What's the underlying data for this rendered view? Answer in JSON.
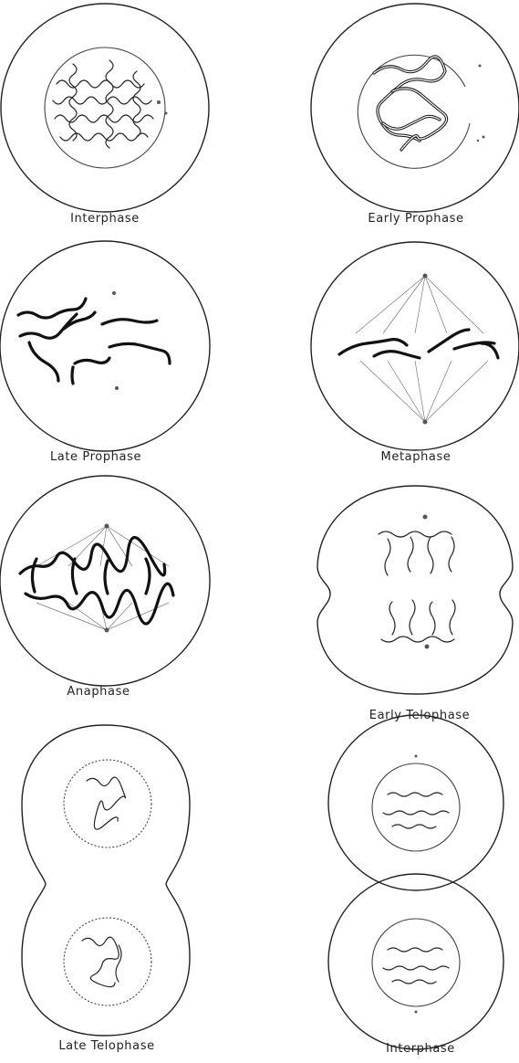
{
  "stages": [
    {
      "id": "interphase-1",
      "label": "Interphase"
    },
    {
      "id": "early-prophase",
      "label": "Early Prophase"
    },
    {
      "id": "late-prophase",
      "label": "Late Prophase"
    },
    {
      "id": "metaphase",
      "label": "Metaphase"
    },
    {
      "id": "anaphase",
      "label": "Anaphase"
    },
    {
      "id": "early-telophase",
      "label": "Early Telophase"
    },
    {
      "id": "late-telophase",
      "label": "Late Telophase"
    },
    {
      "id": "interphase-2",
      "label": "Interphase"
    }
  ]
}
